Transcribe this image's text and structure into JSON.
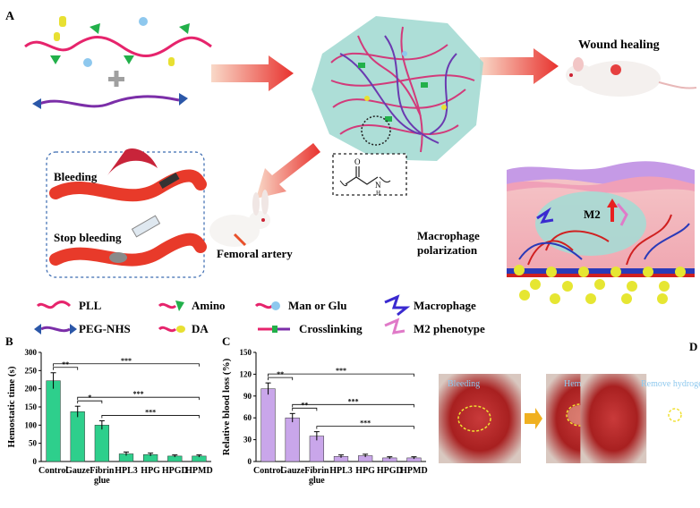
{
  "panels": {
    "a": "A",
    "b": "B",
    "c": "C",
    "d": "D"
  },
  "panel_a": {
    "wound_healing": "Wound healing",
    "bleeding": "Bleeding",
    "stop_bleeding": "Stop bleeding",
    "femoral_artery": "Femoral artery",
    "macrophage_polarization_line1": "Macrophage",
    "macrophage_polarization_line2": "polarization",
    "m2": "M2",
    "legend": [
      {
        "key": "pll",
        "label": "PLL"
      },
      {
        "key": "amino",
        "label": "Amino"
      },
      {
        "key": "man_glu",
        "label": "Man or Glu"
      },
      {
        "key": "macrophage",
        "label": "Macrophage"
      },
      {
        "key": "peg_nhs",
        "label": "PEG-NHS"
      },
      {
        "key": "da",
        "label": "DA"
      },
      {
        "key": "crosslinking",
        "label": "Crosslinking"
      },
      {
        "key": "m2_phenotype",
        "label": "M2 phenotype"
      }
    ]
  },
  "panel_d": {
    "photos": [
      {
        "label": "Bleeding"
      },
      {
        "label": "Hemostasis"
      },
      {
        "label": "Remove hydrogel"
      }
    ]
  },
  "chart_data": [
    {
      "type": "bar",
      "ylabel": "Hemostatic time (s)",
      "ylim": [
        0,
        300
      ],
      "yticks": [
        0,
        50,
        100,
        150,
        200,
        250,
        300
      ],
      "categories": [
        "Control",
        "Gauze",
        "Fibrin glue",
        "HPL3",
        "HPG",
        "HPGD",
        "HPMD"
      ],
      "category_lines": [
        [
          "Control"
        ],
        [
          "Gauze"
        ],
        [
          "Fibrin",
          "glue"
        ],
        [
          "HPL3"
        ],
        [
          "HPG"
        ],
        [
          "HPGD"
        ],
        [
          "HPMD"
        ]
      ],
      "values": [
        222,
        137,
        100,
        21,
        19,
        15,
        15
      ],
      "errors": [
        22,
        15,
        12,
        5,
        4,
        3,
        3
      ],
      "color": "#2ecf8c",
      "significance": [
        {
          "from": 0,
          "to": 1,
          "label": "**"
        },
        {
          "from": 0,
          "to": 6,
          "label": "***"
        },
        {
          "from": 1,
          "to": 2,
          "label": "*"
        },
        {
          "from": 1,
          "to": 6,
          "label": "***"
        },
        {
          "from": 2,
          "to": 6,
          "label": "***"
        }
      ]
    },
    {
      "type": "bar",
      "ylabel": "Relative blood loss (%)",
      "ylim": [
        0,
        150
      ],
      "yticks": [
        0,
        30,
        60,
        90,
        120,
        150
      ],
      "categories": [
        "Control",
        "Gauze",
        "Fibrin glue",
        "HPL3",
        "HPG",
        "HPGD",
        "HPMD"
      ],
      "category_lines": [
        [
          "Control"
        ],
        [
          "Gauze"
        ],
        [
          "Fibrin",
          "glue"
        ],
        [
          "HPL3"
        ],
        [
          "HPG"
        ],
        [
          "HPGD"
        ],
        [
          "HPMD"
        ]
      ],
      "values": [
        100,
        60,
        35,
        7,
        8,
        5,
        5
      ],
      "errors": [
        8,
        6,
        6,
        2,
        2,
        1.5,
        1.5
      ],
      "color": "#c9a6ea",
      "significance": [
        {
          "from": 0,
          "to": 1,
          "label": "**"
        },
        {
          "from": 0,
          "to": 6,
          "label": "***"
        },
        {
          "from": 1,
          "to": 2,
          "label": "**"
        },
        {
          "from": 1,
          "to": 6,
          "label": "***"
        },
        {
          "from": 2,
          "to": 6,
          "label": "***"
        }
      ]
    }
  ]
}
